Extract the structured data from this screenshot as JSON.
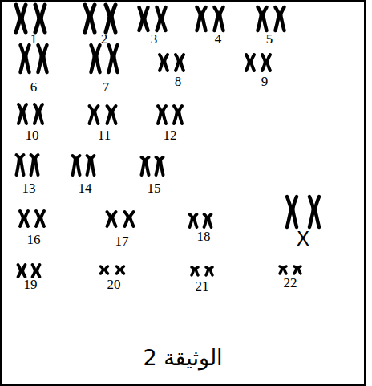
{
  "diagram": {
    "caption": "الوثيقة 2",
    "labels": [
      "1",
      "2",
      "3",
      "4",
      "5",
      "6",
      "7",
      "8",
      "9",
      "10",
      "11",
      "12",
      "13",
      "14",
      "15",
      "16",
      "17",
      "18",
      "X",
      "19",
      "20",
      "21",
      "22"
    ]
  }
}
